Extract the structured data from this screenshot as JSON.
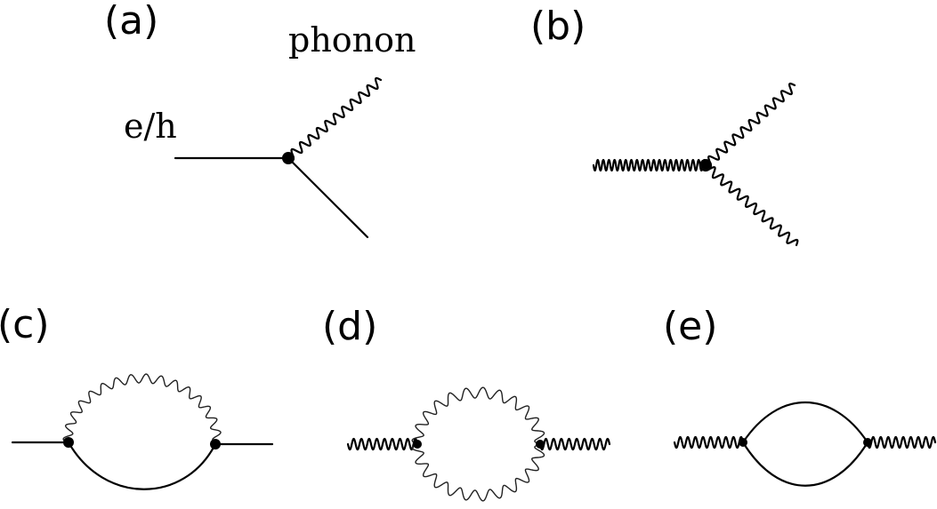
{
  "panels": [
    {
      "id": "a",
      "label": "(a)"
    },
    {
      "id": "b",
      "label": "(b)"
    },
    {
      "id": "c",
      "label": "(c)"
    },
    {
      "id": "d",
      "label": "(d)"
    },
    {
      "id": "e",
      "label": "(e)"
    }
  ],
  "panel_a": {
    "electron_label": "e/h",
    "phonon_label": "phonon"
  },
  "colors": {
    "ink": "#000000",
    "background": "#ffffff"
  }
}
